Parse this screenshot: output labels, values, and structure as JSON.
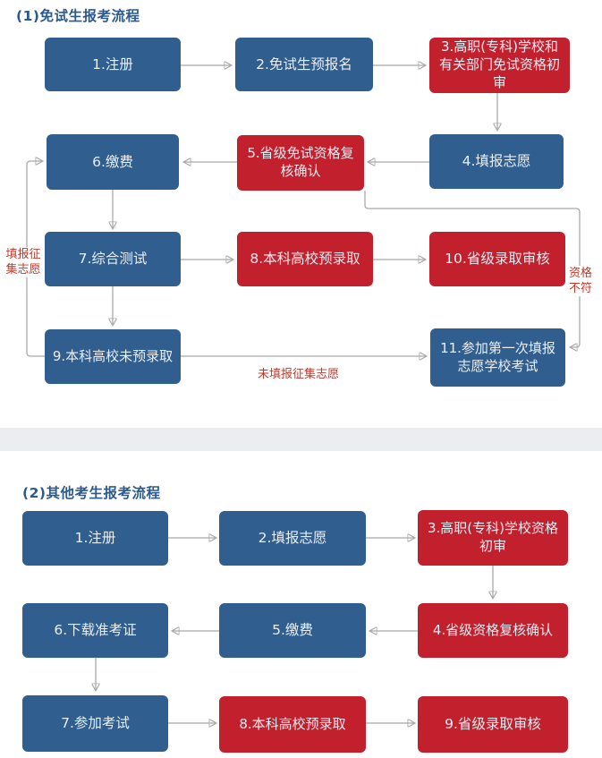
{
  "page": {
    "background": "#ffffff",
    "divider_color": "#ecedf0"
  },
  "colors": {
    "box_blue": "#2f5e8f",
    "box_red": "#c2202d",
    "box_text": "#e9eef5",
    "title_blue": "#2c5a8c",
    "edge_label_red": "#c0392b",
    "connector_gray": "#a9a9a9"
  },
  "flow1": {
    "title": "(1)免试生报考流程",
    "boxes": {
      "b1": "1.注册",
      "b2": "2.免试生预报名",
      "b3": "3.高职(专科)学校和有关部门免试资格初审",
      "b4": "4.填报志愿",
      "b5": "5.省级免试资格复核确认",
      "b6": "6.缴费",
      "b7": "7.综合测试",
      "b8": "8.本科高校预录取",
      "b9": "9.本科高校未预录取",
      "b10": "10.省级录取审核",
      "b11": "11.参加第一次填报志愿学校考试"
    },
    "edge_labels": {
      "fill_supplementary": "填报征集志愿",
      "no_fill_supplementary": "未填报征集志愿",
      "qualification_mismatch": "资格不符"
    }
  },
  "flow2": {
    "title": "(2)其他考生报考流程",
    "boxes": {
      "b1": "1.注册",
      "b2": "2.填报志愿",
      "b3": "3.高职(专科)学校资格初审",
      "b4": "4.省级资格复核确认",
      "b5": "5.缴费",
      "b6": "6.下载准考证",
      "b7": "7.参加考试",
      "b8": "8.本科高校预录取",
      "b9": "9.省级录取审核"
    }
  }
}
